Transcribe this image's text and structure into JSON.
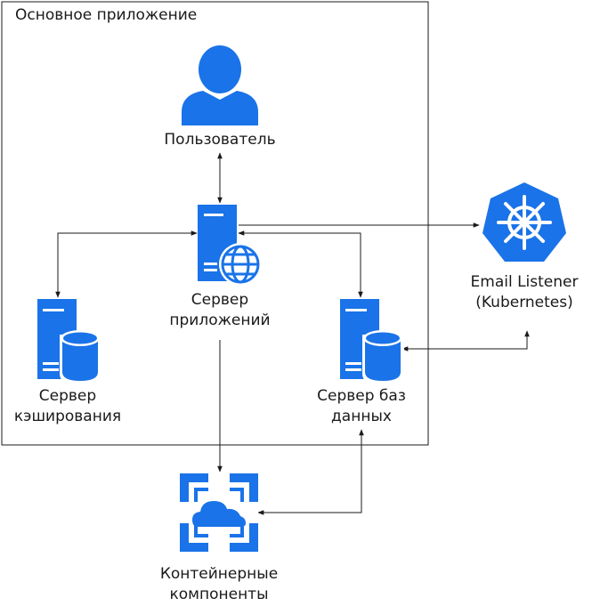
{
  "container": {
    "title": "Основное приложение"
  },
  "nodes": {
    "user": {
      "label": "Пользователь",
      "icon": "user-icon"
    },
    "app_server": {
      "label_line1": "Сервер",
      "label_line2": "приложений",
      "icon": "web-server-icon"
    },
    "cache_server": {
      "label_line1": "Сервер",
      "label_line2": "кэширования",
      "icon": "database-server-icon"
    },
    "db_server": {
      "label_line1": "Сервер баз",
      "label_line2": "данных",
      "icon": "database-server-icon"
    },
    "email_listener": {
      "label_line1": "Email Listener",
      "label_line2": "(Kubernetes)",
      "icon": "kubernetes-icon"
    },
    "containers": {
      "label_line1": "Контейнерные",
      "label_line2": "компоненты",
      "icon": "container-cloud-icon"
    }
  },
  "colors": {
    "icon_blue": "#1a73e8",
    "line": "#1a1a1a",
    "border": "#1a1a1a"
  }
}
